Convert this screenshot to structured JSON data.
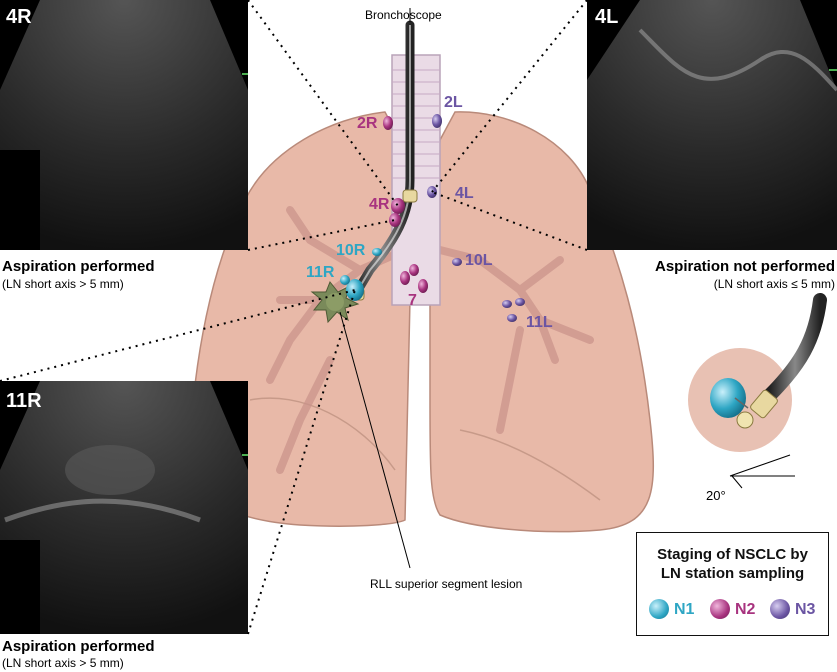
{
  "labels": {
    "bronchoscope": "Bronchoscope",
    "lesion": "RLL superior segment lesion",
    "angle": "20°"
  },
  "panels": {
    "p4r": {
      "title": "4R",
      "caption": "Aspiration performed",
      "subcaption": "(LN short axis > 5 mm)"
    },
    "p4l": {
      "title": "4L",
      "caption": "Aspiration not performed",
      "subcaption": "(LN short axis ≤ 5 mm)"
    },
    "p11r": {
      "title": "11R",
      "caption": "Aspiration performed",
      "subcaption": "(LN short axis > 5 mm)"
    }
  },
  "stations": {
    "s2r": "2R",
    "s2l": "2L",
    "s4r": "4R",
    "s4l": "4L",
    "s10r": "10R",
    "s10l": "10L",
    "s11r": "11R",
    "s11l": "11L",
    "s7": "7"
  },
  "legend": {
    "title_line1": "Staging of NSCLC by",
    "title_line2": "LN station sampling",
    "items": [
      {
        "label": "N1",
        "color": "#2ea6c4"
      },
      {
        "label": "N2",
        "color": "#a8337f"
      },
      {
        "label": "N3",
        "color": "#6b55a3"
      }
    ]
  },
  "colors": {
    "n1": "#2ea6c4",
    "n2": "#a8337f",
    "n3": "#6b55a3",
    "lung": "#e8b9a8"
  }
}
